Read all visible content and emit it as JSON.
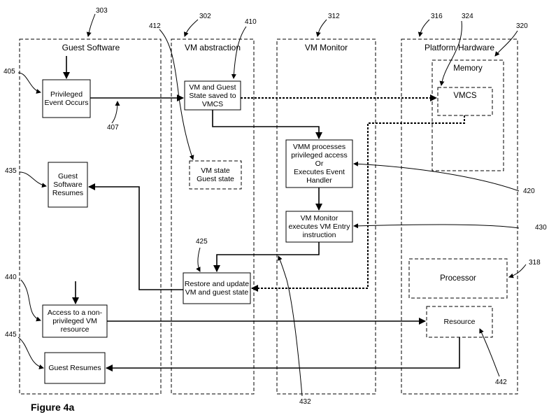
{
  "caption": "Figure 4a",
  "lanes": {
    "guest": {
      "title": "Guest Software",
      "ref": "303"
    },
    "vm": {
      "title": "VM abstraction",
      "ref": "302"
    },
    "monitor": {
      "title": "VM Monitor",
      "ref": "312"
    },
    "platform": {
      "title": "Platform Hardware",
      "ref": "316"
    }
  },
  "boxes": {
    "privileged_event": "Privileged\nEvent Occurs",
    "guest_resumes_sw": "Guest\nSoftware\nResumes",
    "non_privileged": "Access to a non-\nprivileged VM\nresource",
    "guest_resumes": "Guest Resumes",
    "vm_saved": "VM and Guest\nState saved to\nVMCS",
    "vm_state": "VM state\nGuest state",
    "restore": "Restore and update\nVM and guest state",
    "vmm_process": "VMM processes\nprivileged access\nOr\nExecutes Event\nHandler",
    "vm_entry": "VM Monitor\nexecutes VM Entry\ninstruction",
    "memory": "Memory",
    "vmcs": "VMCS",
    "processor": "Processor",
    "resource": "Resource"
  },
  "refs": {
    "r324": "324",
    "r320": "320",
    "r410": "410",
    "r412": "412",
    "r405": "405",
    "r407": "407",
    "r435": "435",
    "r420": "420",
    "r430": "430",
    "r425": "425",
    "r318": "318",
    "r440": "440",
    "r445": "445",
    "r442": "442",
    "r432": "432"
  }
}
